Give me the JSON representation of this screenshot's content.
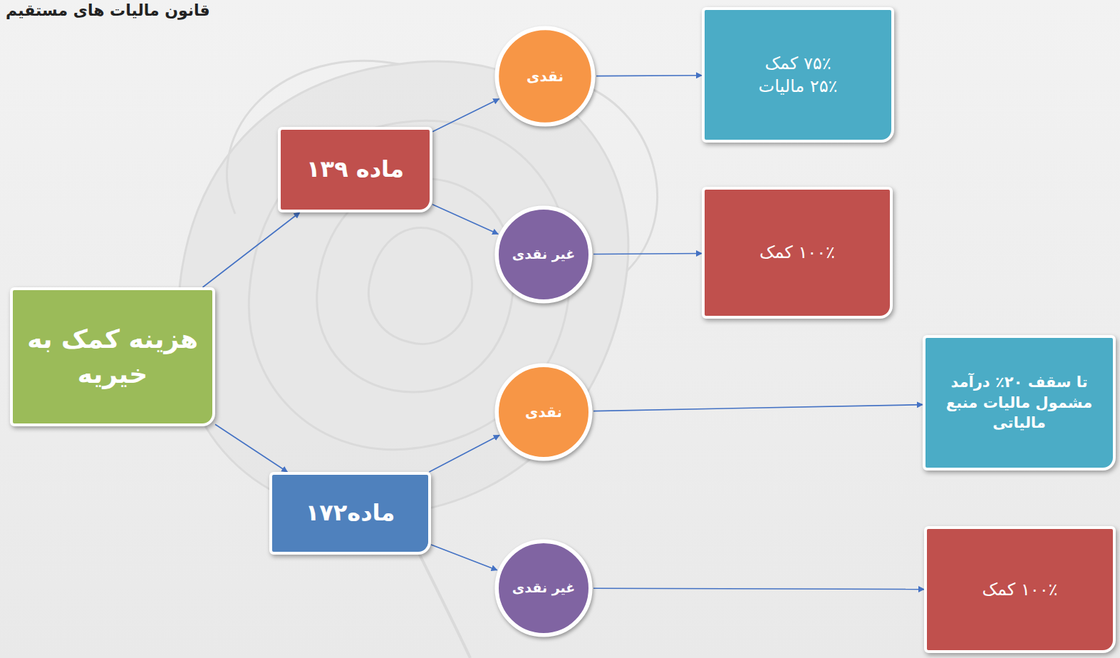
{
  "diagram": {
    "title": "قانون مالیات های مستقیم",
    "nodes": [
      {
        "text": [
          "هزینه کمک به خیریه"
        ]
      },
      {
        "text": [
          "ماده ۱۳۹"
        ]
      },
      {
        "text": [
          "ماده۱۷۲"
        ]
      },
      {
        "text": [
          "نقدی"
        ]
      },
      {
        "text": [
          "غیر نقدی"
        ]
      },
      {
        "text": [
          "۷۵٪ کمک",
          "۲۵٪ مالیات"
        ]
      },
      {
        "text": [
          "۱۰۰٪ کمک"
        ]
      },
      {
        "text": [
          "نقدی"
        ]
      },
      {
        "text": [
          "غیر نقدی"
        ]
      },
      {
        "text": [
          "تا سقف ۲۰٪ درآمد مشمول مالیات منبع مالیاتی"
        ]
      },
      {
        "text": [
          "۱۰۰٪ کمک"
        ]
      }
    ],
    "edges": [
      {
        "from": 0,
        "to": 1,
        "arrow": "to"
      },
      {
        "from": 0,
        "to": 2,
        "arrow": "to"
      },
      {
        "from": 1,
        "to": 3,
        "arrow": "to"
      },
      {
        "from": 1,
        "to": 4,
        "arrow": "to"
      },
      {
        "from": 2,
        "to": 7,
        "arrow": "to"
      },
      {
        "from": 2,
        "to": 8,
        "arrow": "to"
      },
      {
        "from": 3,
        "to": 5,
        "arrow": "to"
      },
      {
        "from": 4,
        "to": 6,
        "arrow": "to"
      },
      {
        "from": 7,
        "to": 9,
        "arrow": "to"
      },
      {
        "from": 8,
        "to": 10,
        "arrow": "to"
      }
    ]
  }
}
